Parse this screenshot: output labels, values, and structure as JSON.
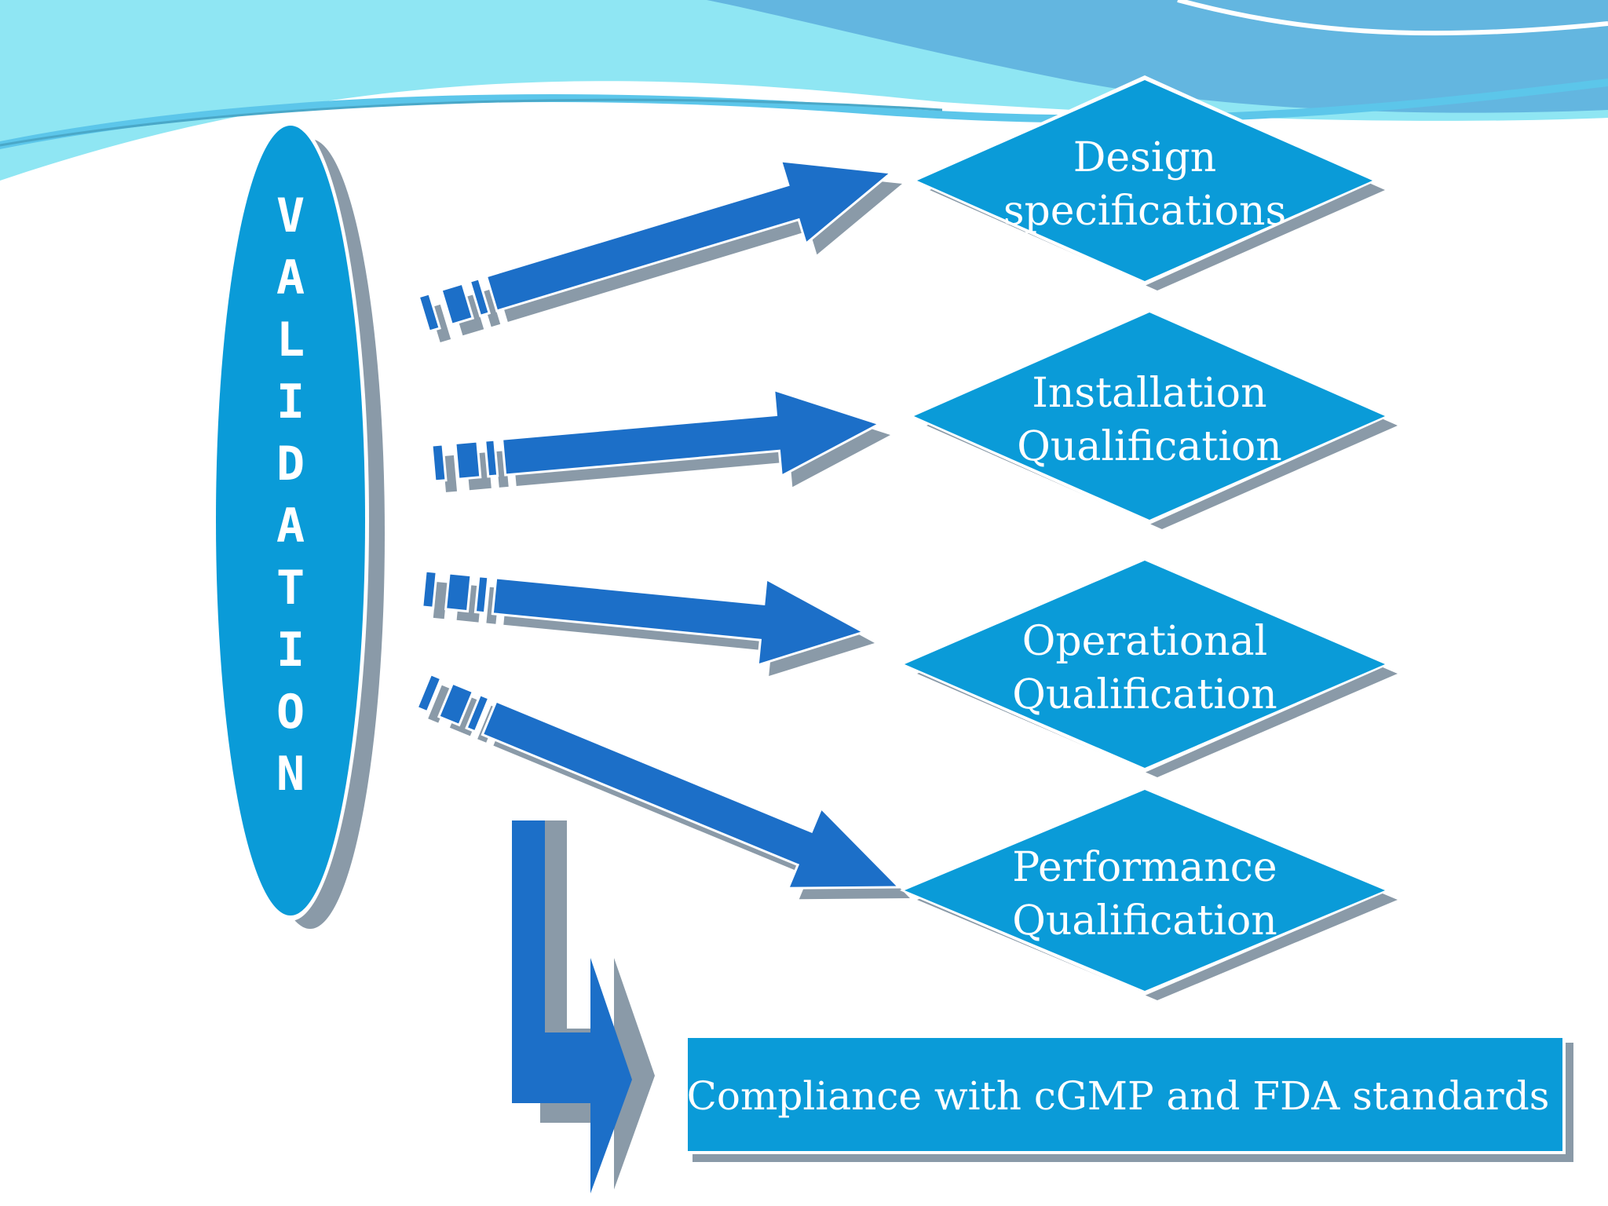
{
  "colors": {
    "shape_fill": "#0a9bd8",
    "arrow_fill": "#1c6fc8",
    "shadow": "#8a9aa8",
    "wave_light": "#8fe6f3",
    "wave_mid": "#5cc6ea",
    "wave_dark": "#63b6e0"
  },
  "central": {
    "letters": [
      "V",
      "A",
      "L",
      "I",
      "D",
      "A",
      "T",
      "I",
      "O",
      "N"
    ]
  },
  "stages": [
    {
      "line1": "Design",
      "line2": "specifications"
    },
    {
      "line1": "Installation",
      "line2": "Qualification"
    },
    {
      "line1": "Operational",
      "line2": "Qualification"
    },
    {
      "line1": "Performance",
      "line2": "Qualification"
    }
  ],
  "outcome": {
    "label": "Compliance with cGMP and FDA standards"
  }
}
